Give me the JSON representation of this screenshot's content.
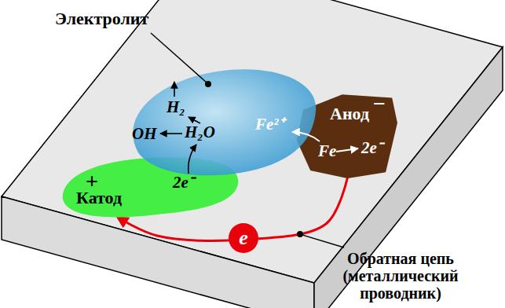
{
  "diagram": {
    "nodes": [
      {
        "text": [
          "H₂",
          "OH",
          "H₂O",
          "Fe²⁺"
        ]
      },
      {
        "text": [
          "−",
          "Анод",
          "Fe",
          "2e⁻"
        ]
      },
      {
        "text": [
          "+",
          "Катод",
          "2e⁻"
        ]
      }
    ],
    "edges": [
      {
        "from": 1,
        "to": 2,
        "arrow": "to",
        "label": "e"
      }
    ],
    "labels": [
      "Электролит",
      "Обратная цепь (металлический проводник)"
    ]
  }
}
